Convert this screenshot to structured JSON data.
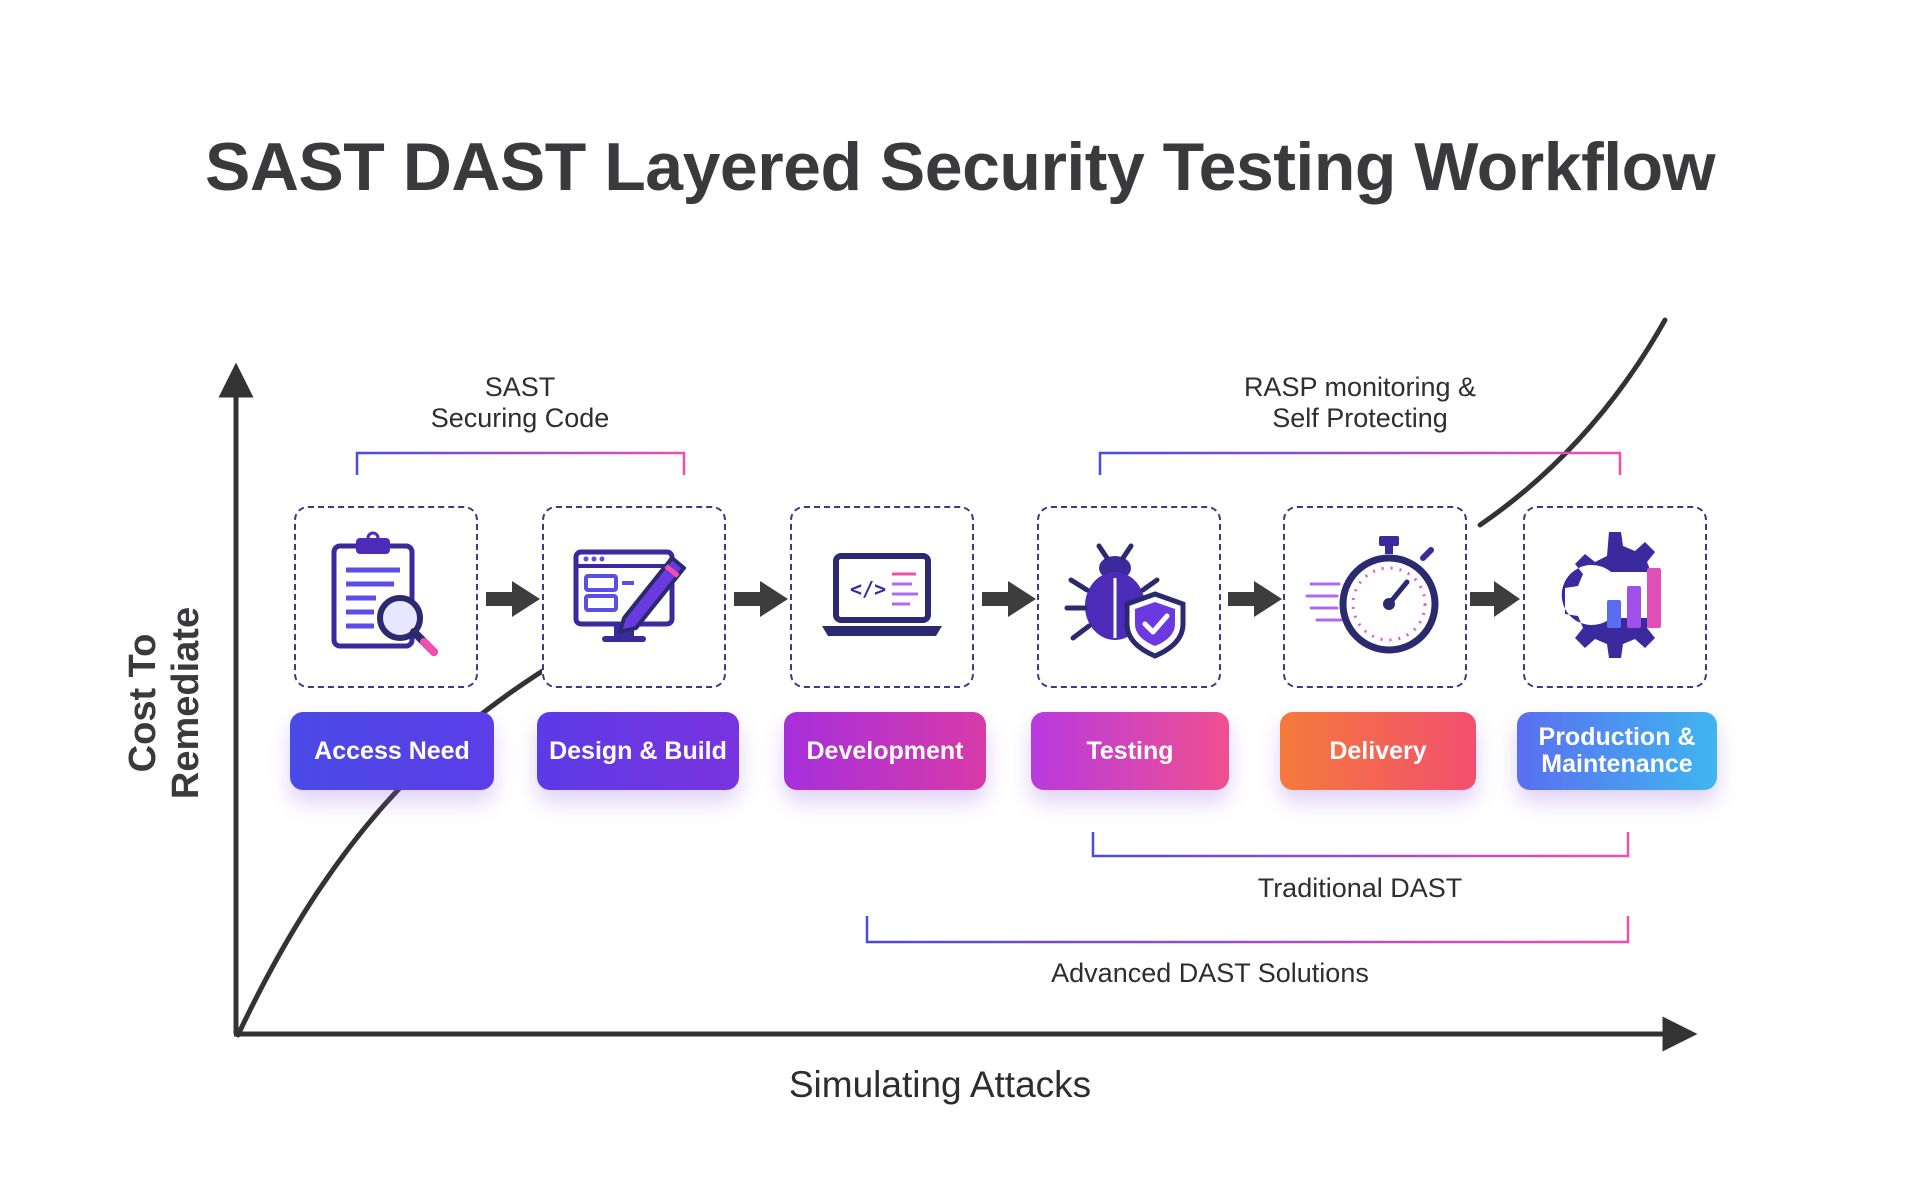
{
  "title": "SAST DAST Layered Security Testing Workflow",
  "axes": {
    "y_label": "Cost To Remediate",
    "x_label": "Simulating Attacks"
  },
  "brackets": {
    "sast": {
      "line1": "SAST",
      "line2": "Securing Code"
    },
    "rasp": {
      "line1": "RASP monitoring &",
      "line2": "Self Protecting"
    },
    "traditional_dast": "Traditional DAST",
    "advanced_dast": "Advanced DAST Solutions"
  },
  "stages": [
    {
      "label": "Access Need",
      "icon": "clipboard-magnifier-icon",
      "color": "#4c4de8"
    },
    {
      "label": "Design & Build",
      "icon": "monitor-pen-icon",
      "color": "#6a3ae0"
    },
    {
      "label": "Development",
      "icon": "laptop-code-icon",
      "color": "#b02fd9"
    },
    {
      "label": "Testing",
      "icon": "bug-shield-icon",
      "color": "#c83ad8"
    },
    {
      "label": "Delivery",
      "icon": "stopwatch-icon",
      "color": "#f36a44"
    },
    {
      "label_line1": "Production &",
      "label_line2": "Maintenance",
      "icon": "gear-chart-icon",
      "color": "#4a8fee"
    }
  ],
  "colors": {
    "accent_purple": "#4b2bb8",
    "accent_blue": "#4a4ae6",
    "accent_pink": "#f04fb0",
    "curve": "#333333"
  }
}
